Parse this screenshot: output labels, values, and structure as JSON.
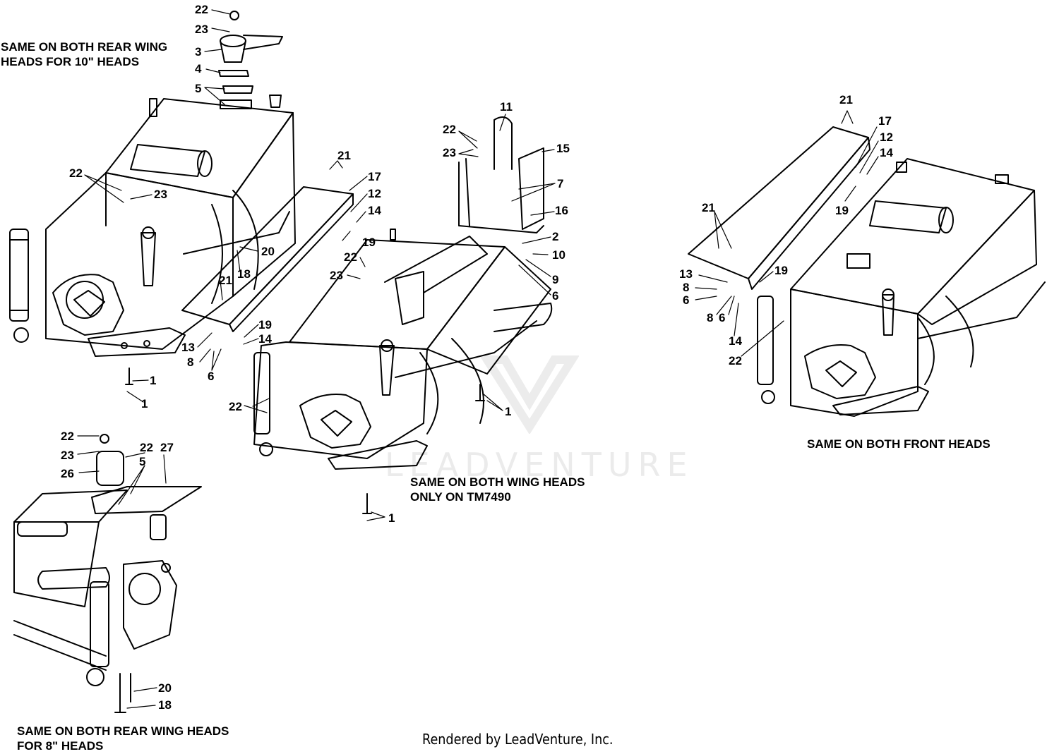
{
  "brand": {
    "watermark_text": "LEADVENTURE",
    "footer": "Rendered by LeadVenture, Inc."
  },
  "notes": {
    "rear_wing_10": [
      "SAME ON BOTH REAR WING",
      "HEADS FOR 10\" HEADS"
    ],
    "wing_heads": [
      "SAME ON BOTH WING HEADS",
      "ONLY ON TM7490"
    ],
    "front_heads": [
      "SAME ON BOTH FRONT HEADS"
    ],
    "rear_wing_8": [
      "SAME ON BOTH REAR WING HEADS",
      "FOR 8\" HEADS"
    ]
  },
  "callouts": [
    "22",
    "23",
    "3",
    "4",
    "5",
    "22",
    "23",
    "21",
    "17",
    "12",
    "14",
    "19",
    "20",
    "18",
    "21",
    "19",
    "13",
    "8",
    "6",
    "14",
    "1",
    "1",
    "11",
    "22",
    "23",
    "15",
    "7",
    "16",
    "2",
    "10",
    "9",
    "6",
    "22",
    "23",
    "22",
    "1",
    "1",
    "21",
    "17",
    "12",
    "14",
    "19",
    "21",
    "13",
    "8",
    "6",
    "19",
    "8",
    "6",
    "14",
    "22",
    "22",
    "23",
    "22",
    "27",
    "5",
    "26",
    "20",
    "18"
  ],
  "colors": {
    "line": "#000000",
    "watermark": "#ebebeb",
    "background": "#ffffff"
  }
}
